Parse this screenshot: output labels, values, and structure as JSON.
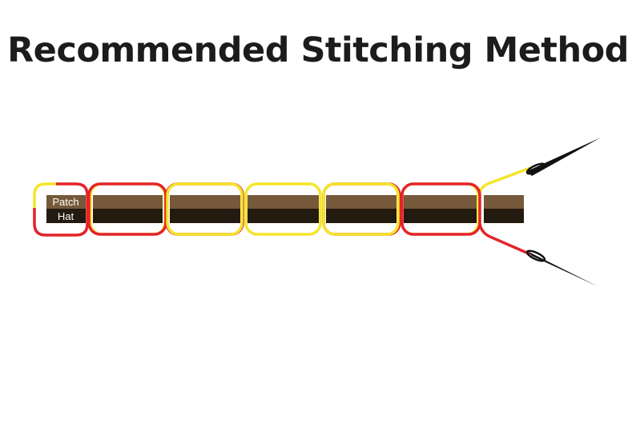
{
  "title": "Recommended Stitching Method",
  "diagram": {
    "layers": {
      "top_label": "Patch",
      "bottom_label": "Hat"
    },
    "colors": {
      "patch": "#75593a",
      "hat": "#231a10",
      "thread_yellow": "#f4e52a",
      "thread_red": "#e2242d",
      "needle": "#111111"
    }
  }
}
